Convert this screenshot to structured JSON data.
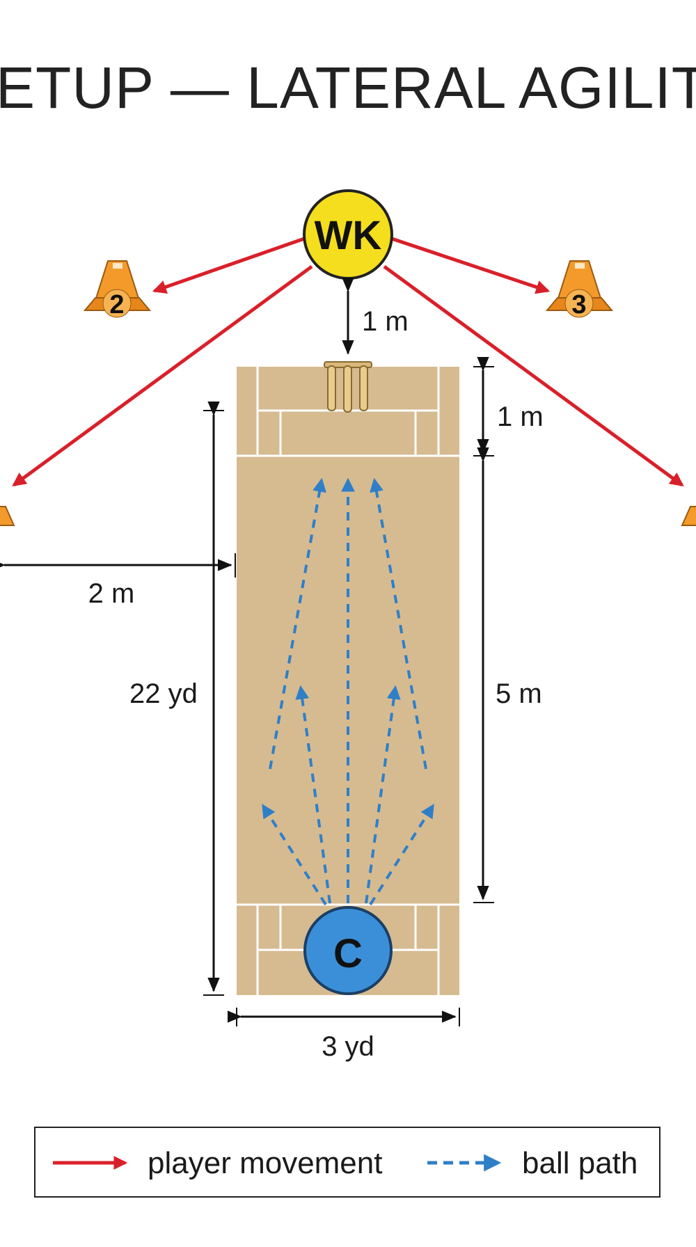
{
  "title": "ETUP — LATERAL AGILITY PA",
  "colors": {
    "movement": "#d9202a",
    "ball": "#2f7fc8",
    "pitch": "#d6bb91",
    "cone": "#f39a2b",
    "keeper": "#f4de1e",
    "catcher": "#3b8fd8"
  },
  "players": {
    "keeper": "WK",
    "catcher": "C"
  },
  "cones": [
    "2",
    "3"
  ],
  "dimensions": {
    "keeper_gap": "1 m",
    "crease_depth": "1 m",
    "cone_offset": "2 m",
    "pitch_length": "22 yd",
    "throw_zone": "5 m",
    "pitch_width": "3 yd"
  },
  "legend": {
    "movement": "player movement",
    "ball": "ball path"
  }
}
